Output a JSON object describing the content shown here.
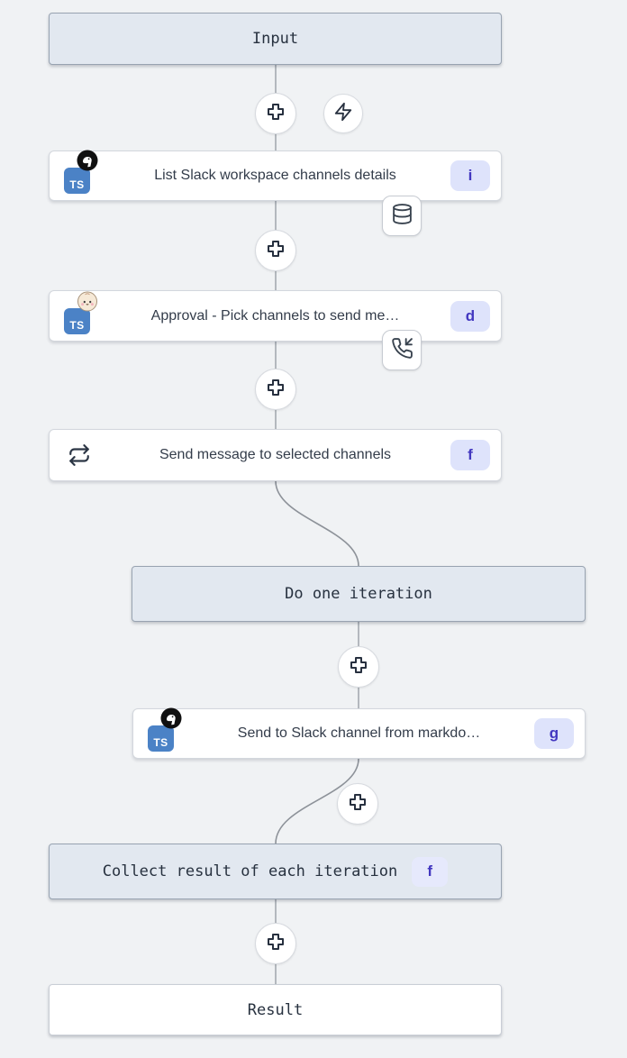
{
  "colors": {
    "canvas_bg": "#f0f2f4",
    "virtual_box_bg": "#e2e8f0",
    "virtual_box_border": "#98a3b1",
    "node_bg": "#ffffff",
    "node_border": "#d3d7dd",
    "badge_bg": "#dee3fb",
    "badge_text": "#4338c0",
    "ts_blue": "#4b82c6",
    "wire_gray": "#9aa0a7",
    "text_dark": "#27313f"
  },
  "flow": {
    "input": {
      "label": "Input"
    },
    "result": {
      "label": "Result"
    },
    "buttons": {
      "insert_step": {
        "icon": "plus-icon"
      },
      "add_trigger": {
        "icon": "zap-icon"
      }
    },
    "steps": [
      {
        "title": "List Slack workspace channels details",
        "badge": "i",
        "language": "TS",
        "runtime": "deno",
        "attachment": "database-icon"
      },
      {
        "title": "Approval - Pick channels to send me…",
        "badge": "d",
        "language": "TS",
        "runtime": "bun",
        "attachment": "phone-incoming-icon"
      },
      {
        "title": "Send message to selected channels",
        "badge": "f",
        "icon": "repeat-icon"
      },
      {
        "title": "Do one iteration"
      },
      {
        "title": "Send to Slack channel from markdo…",
        "badge": "g",
        "language": "TS",
        "runtime": "deno"
      },
      {
        "title": "Collect result of each iteration",
        "badge": "f"
      }
    ]
  }
}
